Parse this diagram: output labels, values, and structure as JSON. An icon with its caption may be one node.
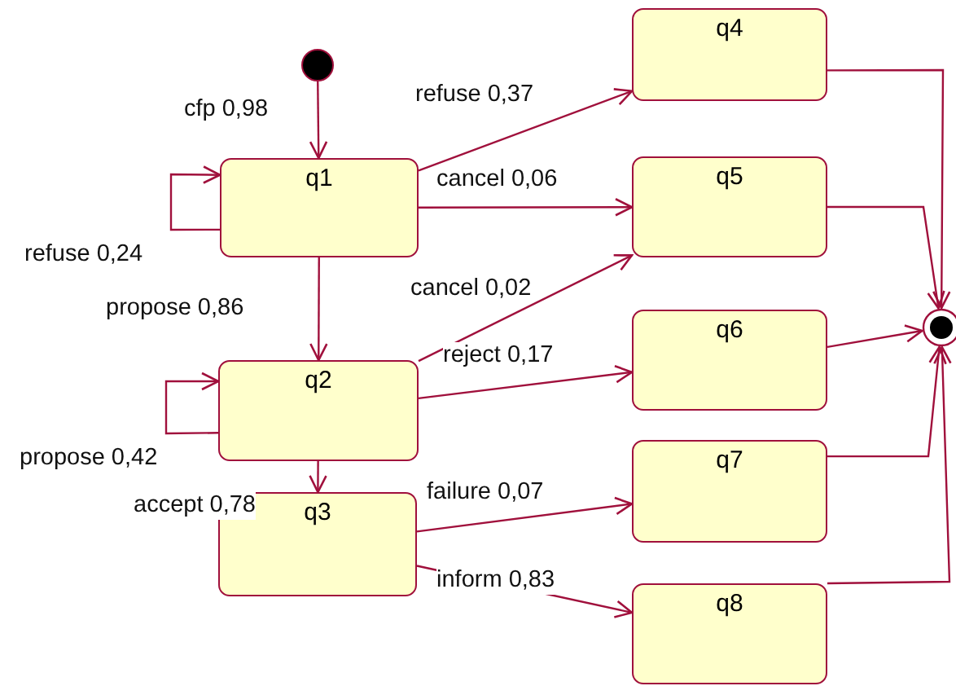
{
  "diagram": {
    "nodes": [
      {
        "text": [],
        "shape": "circle"
      },
      {
        "text": [
          "q1"
        ]
      },
      {
        "text": [
          "q2"
        ]
      },
      {
        "text": [
          "q3"
        ]
      },
      {
        "text": [
          "q4"
        ]
      },
      {
        "text": [
          "q5"
        ]
      },
      {
        "text": [
          "q6"
        ]
      },
      {
        "text": [
          "q7"
        ]
      },
      {
        "text": [
          "q8"
        ]
      },
      {
        "text": [],
        "shape": "circle"
      }
    ],
    "edges": [
      {
        "from": 0,
        "to": 1,
        "arrow": "to",
        "label": "cfp 0,98"
      },
      {
        "from": 1,
        "to": 1,
        "arrow": "to",
        "label": "refuse 0,24"
      },
      {
        "from": 1,
        "to": 4,
        "arrow": "to",
        "label": "refuse 0,37"
      },
      {
        "from": 1,
        "to": 5,
        "arrow": "to",
        "label": "cancel 0,06"
      },
      {
        "from": 1,
        "to": 2,
        "arrow": "to",
        "label": "propose 0,86"
      },
      {
        "from": 2,
        "to": 5,
        "arrow": "to",
        "label": "cancel 0,02"
      },
      {
        "from": 2,
        "to": 6,
        "arrow": "to",
        "label": "reject 0,17"
      },
      {
        "from": 2,
        "to": 2,
        "arrow": "to",
        "label": "propose 0,42"
      },
      {
        "from": 2,
        "to": 3,
        "arrow": "to",
        "label": "accept 0,78"
      },
      {
        "from": 3,
        "to": 7,
        "arrow": "to",
        "label": "failure 0,07"
      },
      {
        "from": 3,
        "to": 8,
        "arrow": "to",
        "label": "inform 0,83"
      },
      {
        "from": 4,
        "to": 9,
        "arrow": "to"
      },
      {
        "from": 5,
        "to": 9,
        "arrow": "to"
      },
      {
        "from": 6,
        "to": 9,
        "arrow": "to"
      },
      {
        "from": 7,
        "to": 9,
        "arrow": "to"
      },
      {
        "from": 8,
        "to": 9,
        "arrow": "to"
      }
    ]
  }
}
